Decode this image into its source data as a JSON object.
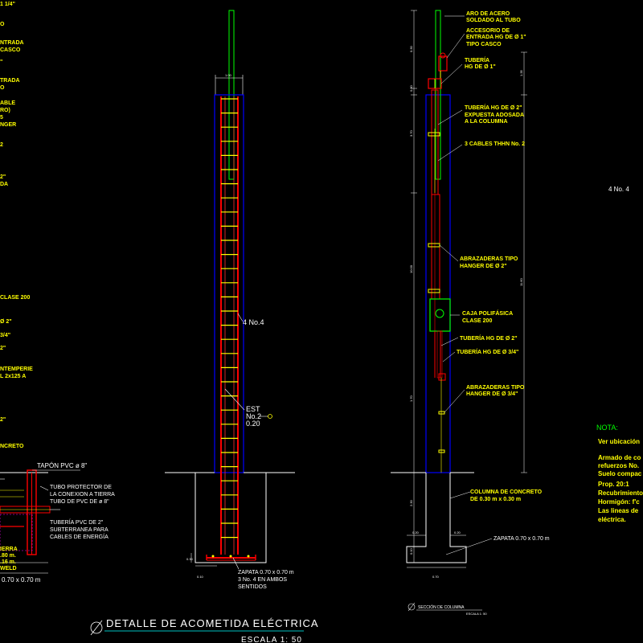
{
  "left_fragment": {
    "lines": [
      "1 1/4\"",
      "O",
      "NTRADA",
      "CASCO",
      "\"",
      "TRADA",
      "O",
      "ABLE",
      "RO)",
      "5",
      "NGER",
      "2",
      "2\"",
      "DA",
      "CLASE 200",
      "Ø 2\"",
      "3/4\"",
      "2\"",
      "NTEMPERIE",
      "L 2x125 A",
      "2\"",
      "NCRETO"
    ],
    "tapon": "TAPÓN PVC ø 8\"",
    "tubo_protector": [
      "TUBO PROTECTOR DE",
      "LA CONEXION A TIERRA",
      "TUBO DE PVC DE ø 8\""
    ],
    "tuberia_pvc": [
      "TUBERÍA PVC DE 2\"",
      "SUBTERRANEA PARA",
      "CABLES DE ENERGÍA"
    ],
    "tierra": [
      "IERRA",
      ".80 m.",
      ".16 m.",
      "WELD"
    ],
    "zapata": "0.70 x 0.70 m"
  },
  "column_detail": {
    "dim_top": "1.00",
    "rebar_label": "4  No.4",
    "stirrup_label": [
      "EST",
      "No.2",
      "0.20"
    ],
    "zapata_label": "ZAPATA  0.70  x  0.70  m",
    "rebar_footing": [
      "3  No.  4 EN  AMBOS",
      "SENTIDOS"
    ],
    "dim_footing": "0.30",
    "dim_bottom": "0.10"
  },
  "section": {
    "labels": [
      [
        "ARO DE ACERO",
        "SOLDADO AL TUBO"
      ],
      [
        "ACCESORIO DE",
        "ENTRADA HG DE Ø 1\"",
        "TIPO CASCO"
      ],
      [
        "TUBERÍA",
        "HG DE Ø 1\""
      ],
      [
        "TUBERÍA HG DE Ø 2\"",
        "EXPUESTA ADOSADA",
        "A LA COLUMNA"
      ],
      [
        "3 CABLES THHN No. 2"
      ],
      [
        "ABRAZADERAS TIPO",
        "HANGER  DE Ø 2\""
      ],
      [
        "CAJA POLIFÁSICA",
        "CLASE 200"
      ],
      [
        "TUBERÍA HG DE Ø 2\""
      ],
      [
        "TUBERÍA HG DE Ø 3/4\""
      ],
      [
        "ABRAZADERAS TIPO",
        "HANGER  DE Ø 3/4\""
      ],
      [
        "COLUMNA DE CONCRETO",
        "DE 0.30 m x 0.30 m"
      ]
    ],
    "zapata_label": "ZAPATA  0.70  x  0.70  m",
    "dims_left": [
      "0.30",
      "0.30",
      "3.70",
      "10.00",
      "1.70",
      "2.30",
      "0.10"
    ],
    "dims_right": [
      "1.35",
      "11.60"
    ],
    "dims_footing": [
      "0.20",
      "0.20",
      "0.70"
    ],
    "section_title": "SECCIÓN DE COLUMNA",
    "section_scale": "ESCALA 1: 50"
  },
  "right_note": {
    "rebar_partial": "4    No.   4",
    "nota_title": "NOTA:",
    "nota_line1": "Ver ubicación",
    "nota_lines": [
      "Armado de co",
      "refuerzos No.",
      "Suelo compac",
      "Prop.  20:1",
      "Recubrimiento",
      "Hormigón:  f'c",
      "Las lineas de",
      "eléctrica."
    ]
  },
  "title": {
    "main": "DETALLE  DE  ACOMETIDA  ELÉCTRICA",
    "scale": "ESCALA  1:  50"
  }
}
